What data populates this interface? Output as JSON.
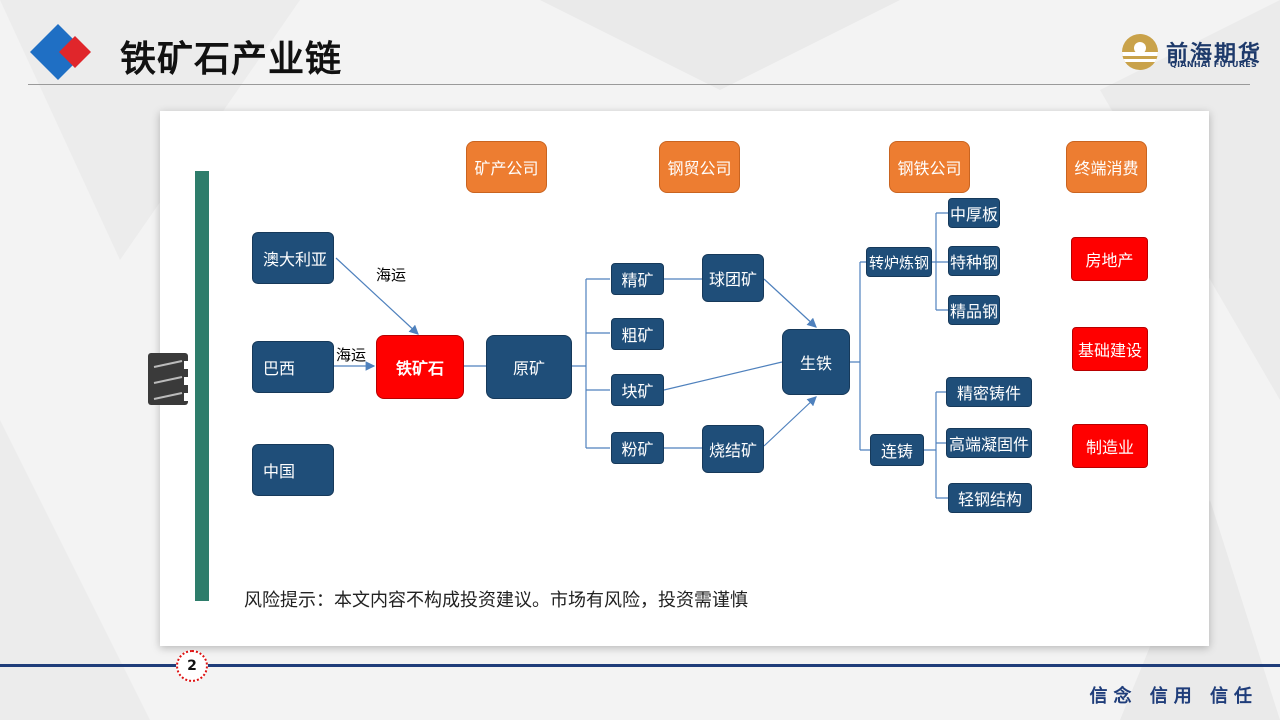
{
  "header": {
    "title": "铁矿石产业链",
    "logo_cn": "前海期货",
    "logo_en": "QIANHAI FUTURES"
  },
  "categories": {
    "mining": "矿产公司",
    "trade": "钢贸公司",
    "steel": "钢铁公司",
    "consumer": "终端消费"
  },
  "sources": {
    "australia": "澳大利亚",
    "brazil": "巴西",
    "china": "中国"
  },
  "shipping": {
    "label1": "海运",
    "label2": "海运"
  },
  "nodes": {
    "iron_ore": "铁矿石",
    "raw_ore": "原矿",
    "concentrate": "精矿",
    "coarse": "粗矿",
    "lump": "块矿",
    "fines": "粉矿",
    "pellet": "球团矿",
    "sinter": "烧结矿",
    "pig_iron": "生铁",
    "converter": "转炉炼钢",
    "casting": "连铸"
  },
  "products": {
    "plate": "中厚板",
    "special": "特种钢",
    "quality": "精品钢",
    "precision_casting": "精密铸件",
    "fastener": "高端凝固件",
    "light_steel": "轻钢结构"
  },
  "consumers": {
    "real_estate": "房地产",
    "infrastructure": "基础建设",
    "manufacturing": "制造业"
  },
  "risk_notice": "风险提示：本文内容不构成投资建议。市场有风险，投资需谨慎",
  "footer": {
    "page_number": "2",
    "slogan": "信念 信用 信任"
  },
  "colors": {
    "node_blue": "#1f4e79",
    "category_orange": "#ed7d31",
    "consumer_red": "#ff0000",
    "accent_green": "#2e7d6b",
    "footer_navy": "#1f3d7a"
  }
}
